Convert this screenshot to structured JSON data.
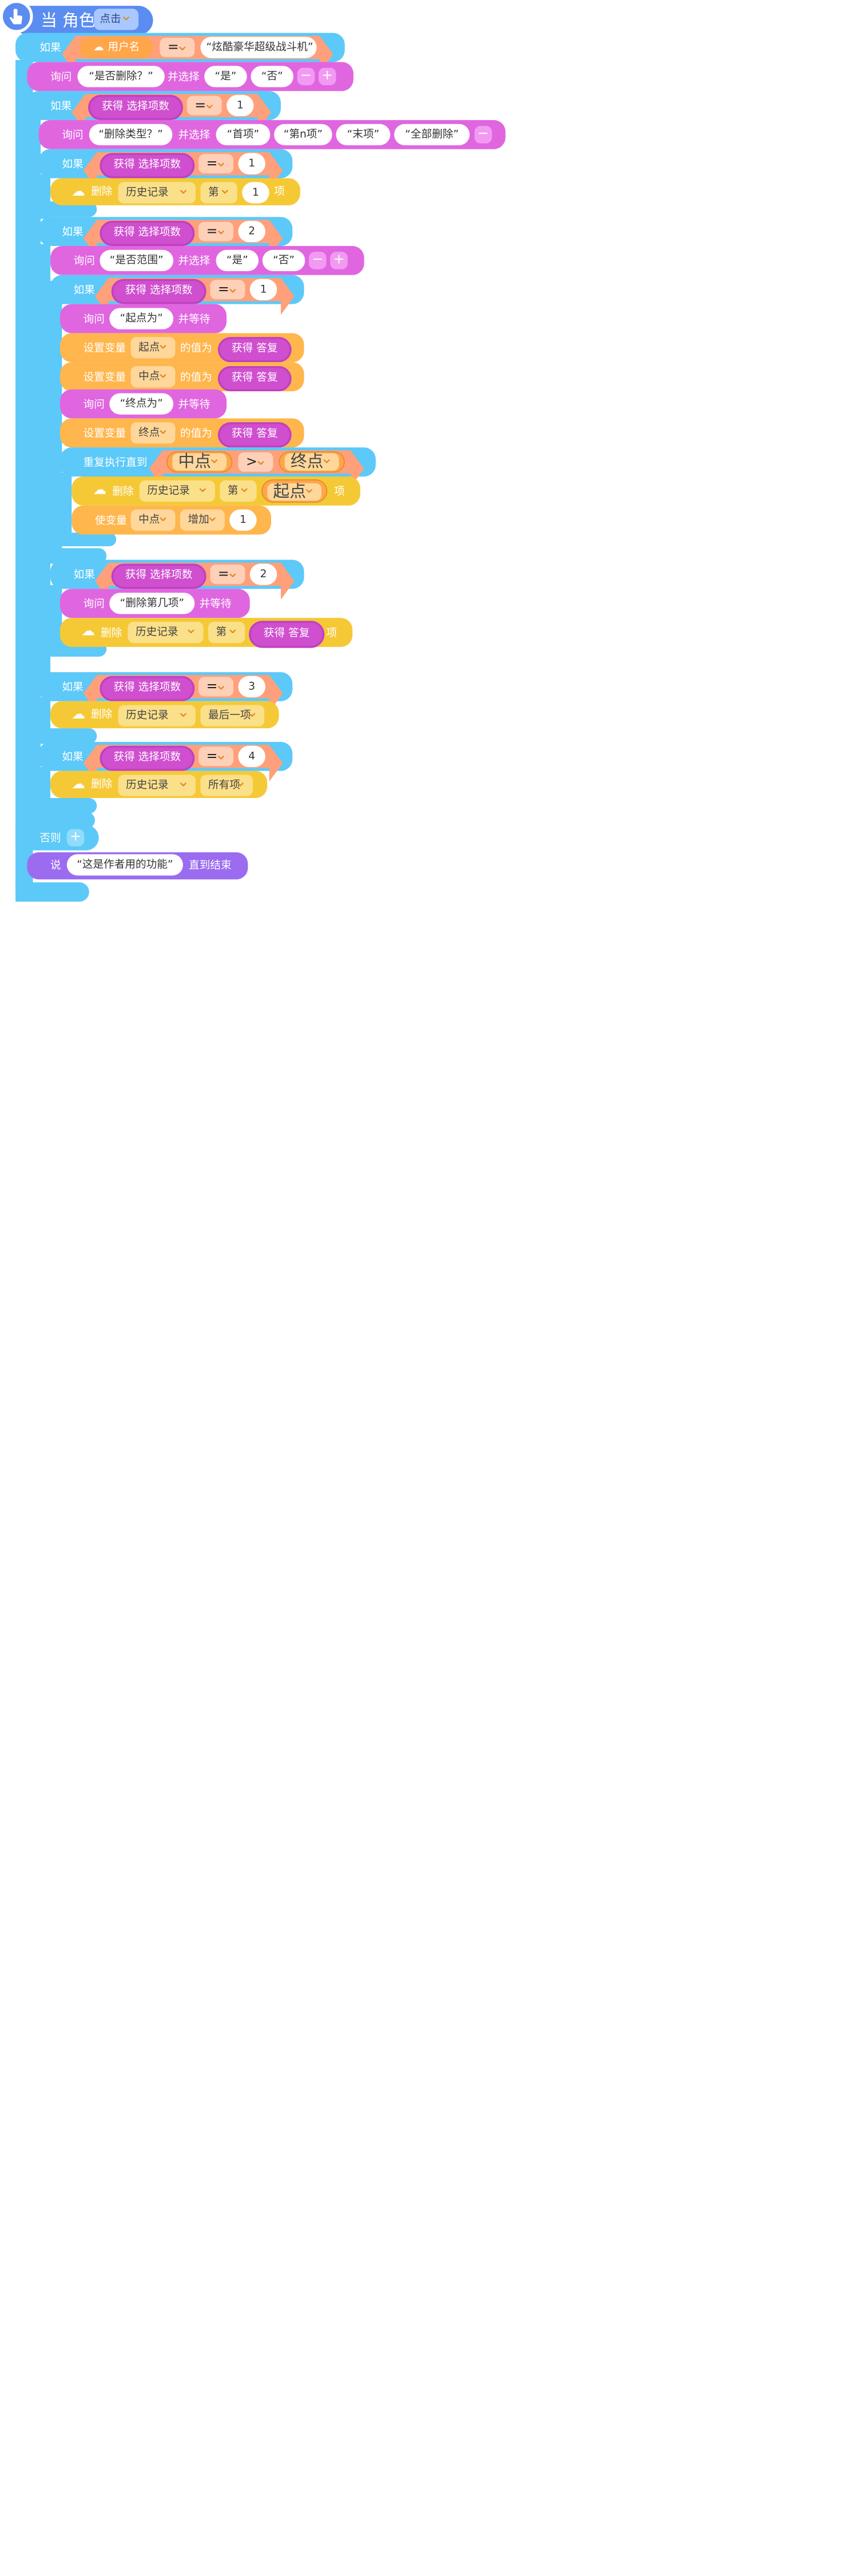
{
  "event": {
    "text": "当 角色 被",
    "trigger": "点击"
  },
  "if1": {
    "label": "如果",
    "var": "用户名",
    "op": "=",
    "value": "“炫酷豪华超级战斗机”"
  },
  "ask1": {
    "label": "询问",
    "question": "“是否删除？”",
    "mid": "并选择",
    "opt1": "“是”",
    "opt2": "“否”"
  },
  "if2": {
    "label": "如果",
    "reporter": "获得 选择项数",
    "op": "=",
    "value": "1"
  },
  "ask2": {
    "label": "询问",
    "question": "“删除类型？”",
    "mid": "并选择",
    "opt1": "“首项”",
    "opt2": "“第n项”",
    "opt3": "“末项”",
    "opt4": "“全部删除”"
  },
  "if3": {
    "label": "如果",
    "reporter": "获得 选择项数",
    "op": "=",
    "value": "1"
  },
  "del1": {
    "label": "删除",
    "list": "历史记录",
    "which": "第",
    "num": "1",
    "suffix": "项"
  },
  "if4": {
    "label": "如果",
    "reporter": "获得 选择项数",
    "op": "=",
    "value": "2"
  },
  "ask3": {
    "label": "询问",
    "question": "“是否范围”",
    "mid": "并选择",
    "opt1": "“是”",
    "opt2": "“否”"
  },
  "if5": {
    "label": "如果",
    "reporter": "获得 选择项数",
    "op": "=",
    "value": "1"
  },
  "ask4": {
    "label": "询问",
    "question": "“起点为”",
    "mid": "并等待"
  },
  "set1": {
    "label": "设置变量",
    "var": "起点",
    "mid": "的值为",
    "reporter": "获得 答复"
  },
  "set2": {
    "label": "设置变量",
    "var": "中点",
    "mid": "的值为",
    "reporter": "获得 答复"
  },
  "ask5": {
    "label": "询问",
    "question": "“终点为”",
    "mid": "并等待"
  },
  "set3": {
    "label": "设置变量",
    "var": "终点",
    "mid": "的值为",
    "reporter": "获得 答复"
  },
  "repeat": {
    "label": "重复执行直到",
    "left": "中点",
    "op": ">",
    "right": "终点"
  },
  "del2": {
    "label": "删除",
    "list": "历史记录",
    "which": "第",
    "var": "起点",
    "suffix": "项"
  },
  "inc": {
    "label": "使变量",
    "var": "中点",
    "action": "增加",
    "value": "1"
  },
  "if6": {
    "label": "如果",
    "reporter": "获得 选择项数",
    "op": "=",
    "value": "2"
  },
  "ask6": {
    "label": "询问",
    "question": "“删除第几项”",
    "mid": "并等待"
  },
  "del3": {
    "label": "删除",
    "list": "历史记录",
    "which": "第",
    "reporter": "获得 答复",
    "suffix": "项"
  },
  "if7": {
    "label": "如果",
    "reporter": "获得 选择项数",
    "op": "=",
    "value": "3"
  },
  "del4": {
    "label": "删除",
    "list": "历史记录",
    "which": "最后一项"
  },
  "if8": {
    "label": "如果",
    "reporter": "获得 选择项数",
    "op": "=",
    "value": "4"
  },
  "del5": {
    "label": "删除",
    "list": "历史记录",
    "which": "所有项"
  },
  "else": {
    "label": "否则"
  },
  "say": {
    "label": "说",
    "text": "“这是作者用的功能”",
    "suffix": "直到结束"
  },
  "colors": {
    "control": "#5cc9f8",
    "sensing": "#e066e0",
    "variables": "#ffb64d",
    "cloud_list": "#f5c936",
    "event": "#5b8cf0",
    "looks": "#9b6bf0",
    "operator": "#ffa07a"
  }
}
